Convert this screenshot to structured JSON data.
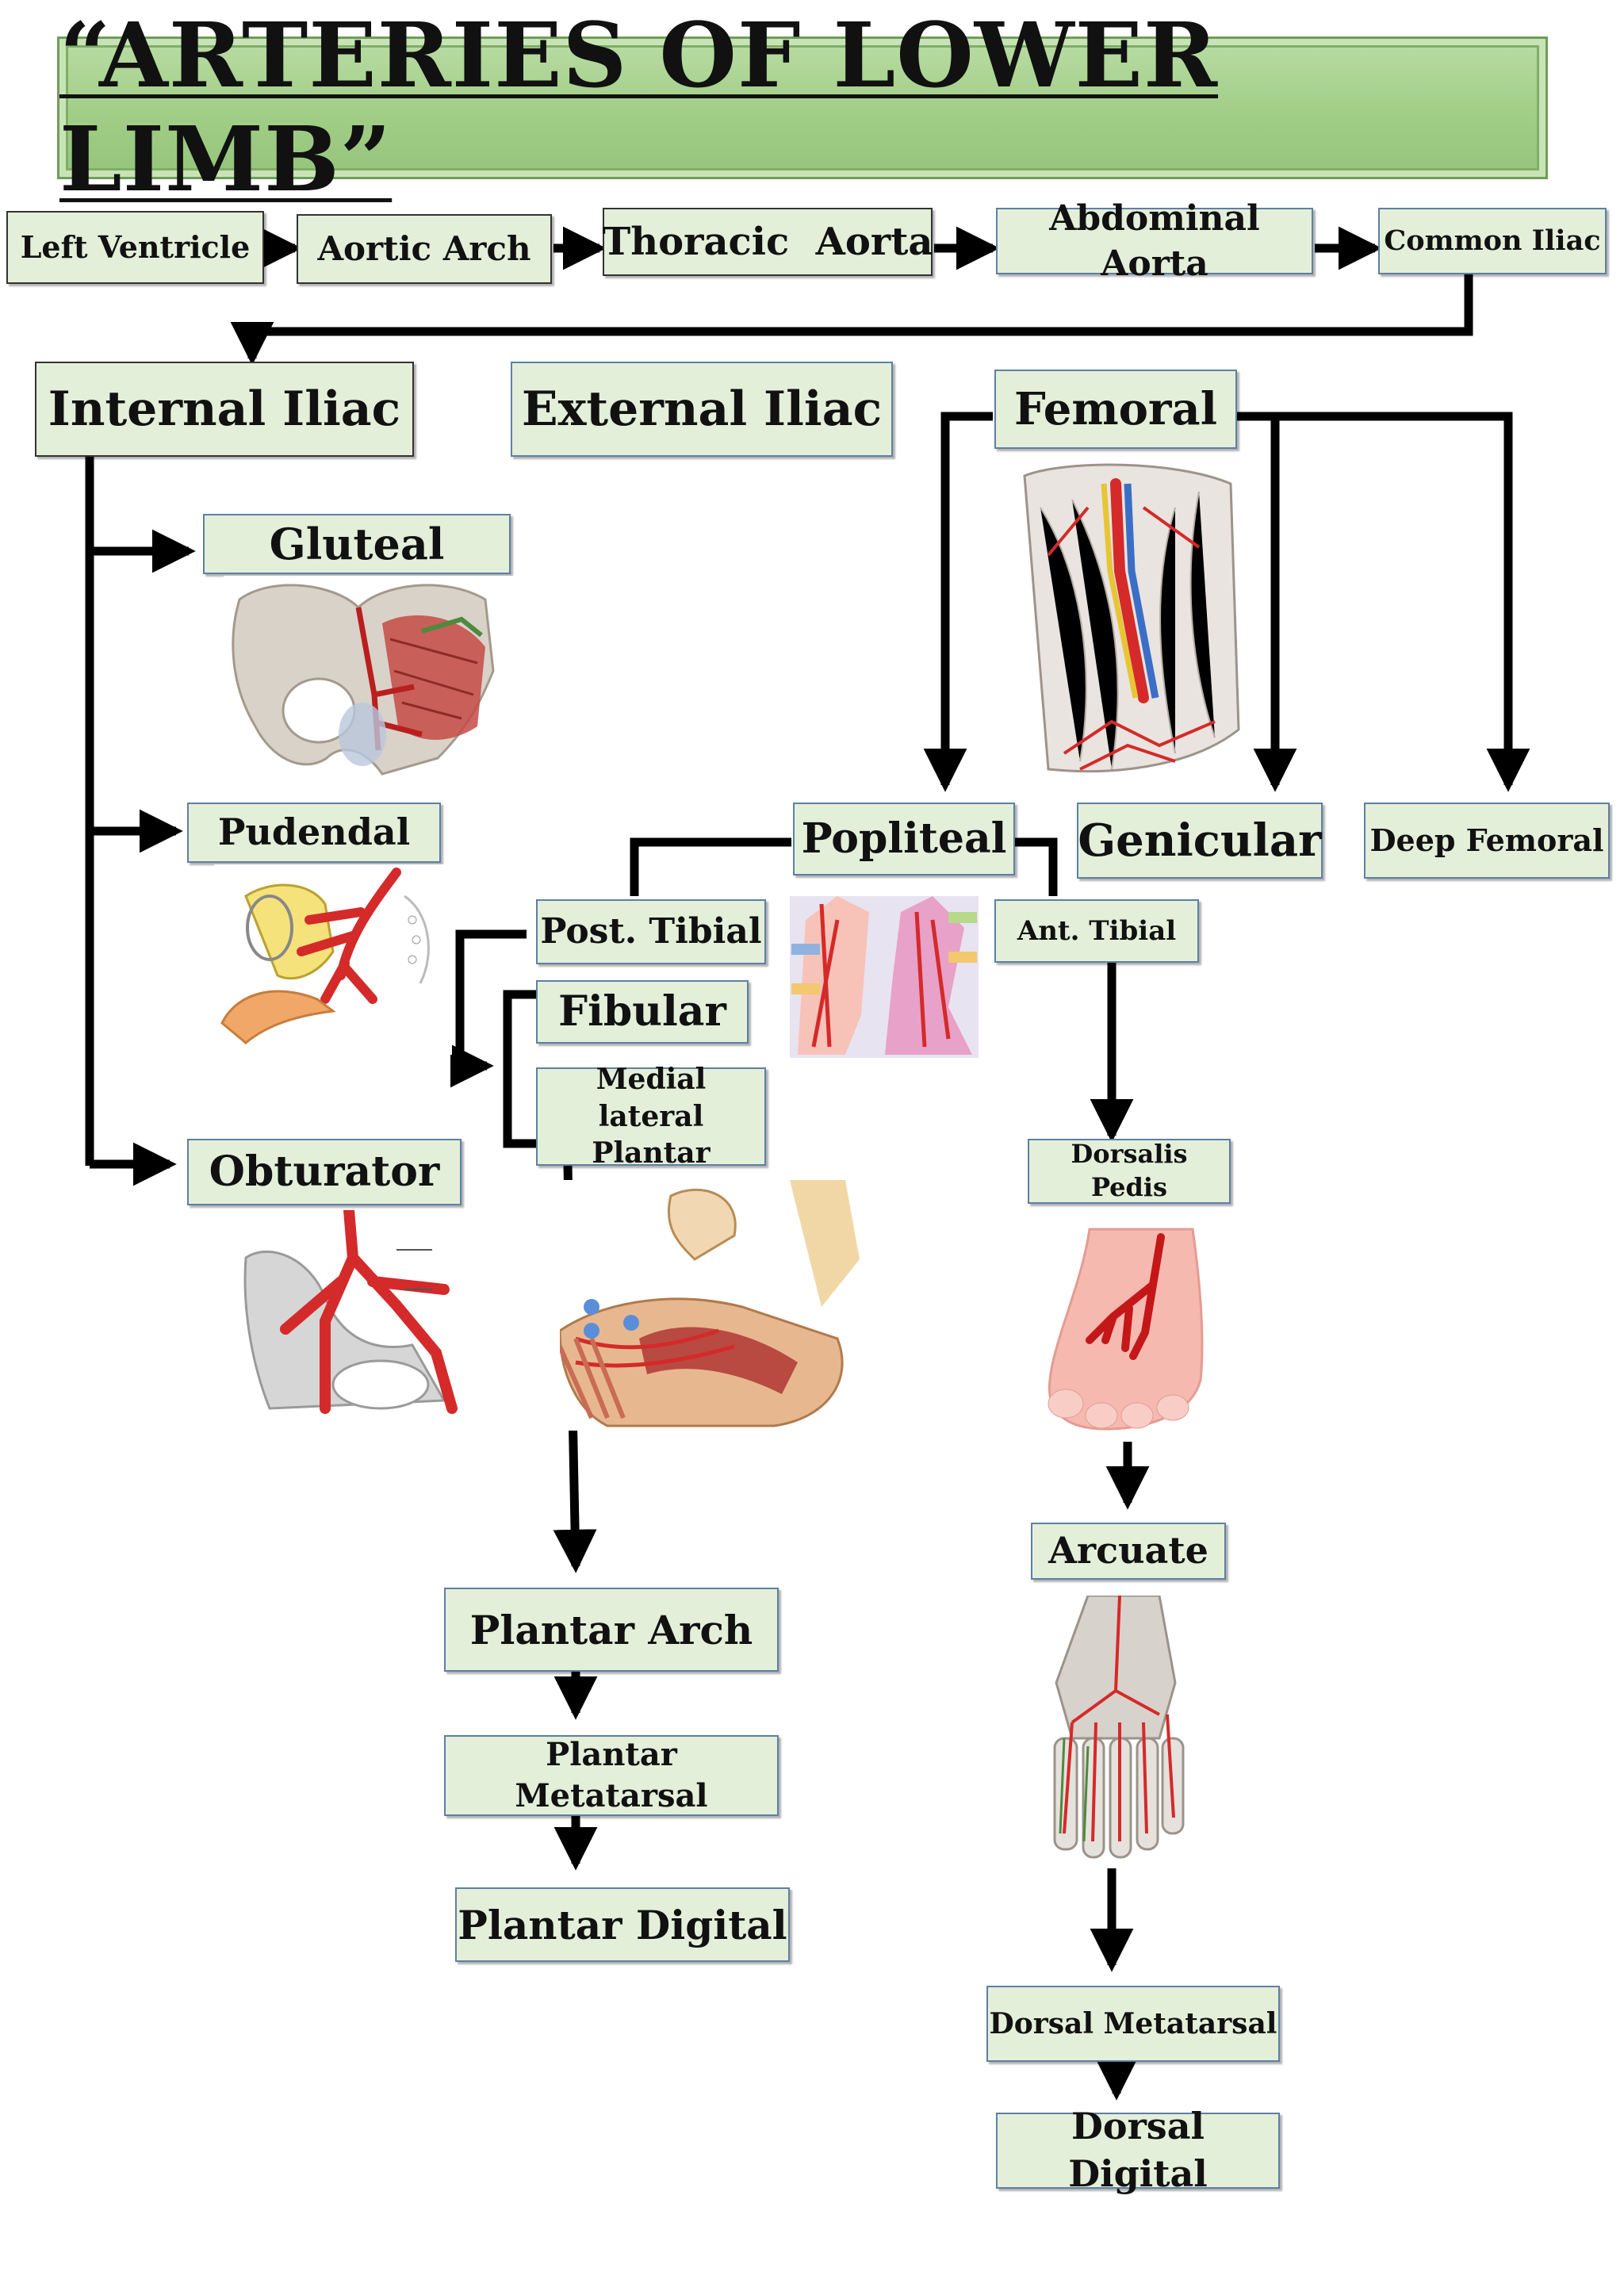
{
  "title": "“ARTERIES OF LOWER LIMB”",
  "nodes": {
    "left_ventricle": "Left Ventricle",
    "aortic_arch": "Aortic Arch",
    "thoracic_aorta": "Thoracic  Aorta",
    "abdominal_aorta": "Abdominal Aorta",
    "common_iliac": "Common Iliac",
    "internal_iliac": "Internal Iliac",
    "external_iliac": "External Iliac",
    "femoral": "Femoral",
    "gluteal": "Gluteal",
    "pudendal": "Pudendal",
    "obturator": "Obturator",
    "popliteal": "Popliteal",
    "genicular": "Genicular",
    "deep_femoral": "Deep Femoral",
    "post_tibial": "Post. Tibial",
    "ant_tibial": "Ant. Tibial",
    "fibular": "Fibular",
    "medial_lateral_plantar": "Medial lateral Plantar",
    "dorsalis_pedis": "Dorsalis Pedis",
    "arcuate": "Arcuate",
    "plantar_arch": "Plantar Arch",
    "plantar_metatarsal": "Plantar Metatarsal",
    "plantar_digital": "Plantar Digital",
    "dorsal_metatarsal": "Dorsal Metatarsal",
    "dorsal_digital": "Dorsal Digital"
  },
  "colors": {
    "banner": "#a3cf89",
    "box_fill": "#e3efd9",
    "box_border": "#5e7fa6",
    "arrow": "#000000",
    "artery": "#d42a2a"
  }
}
